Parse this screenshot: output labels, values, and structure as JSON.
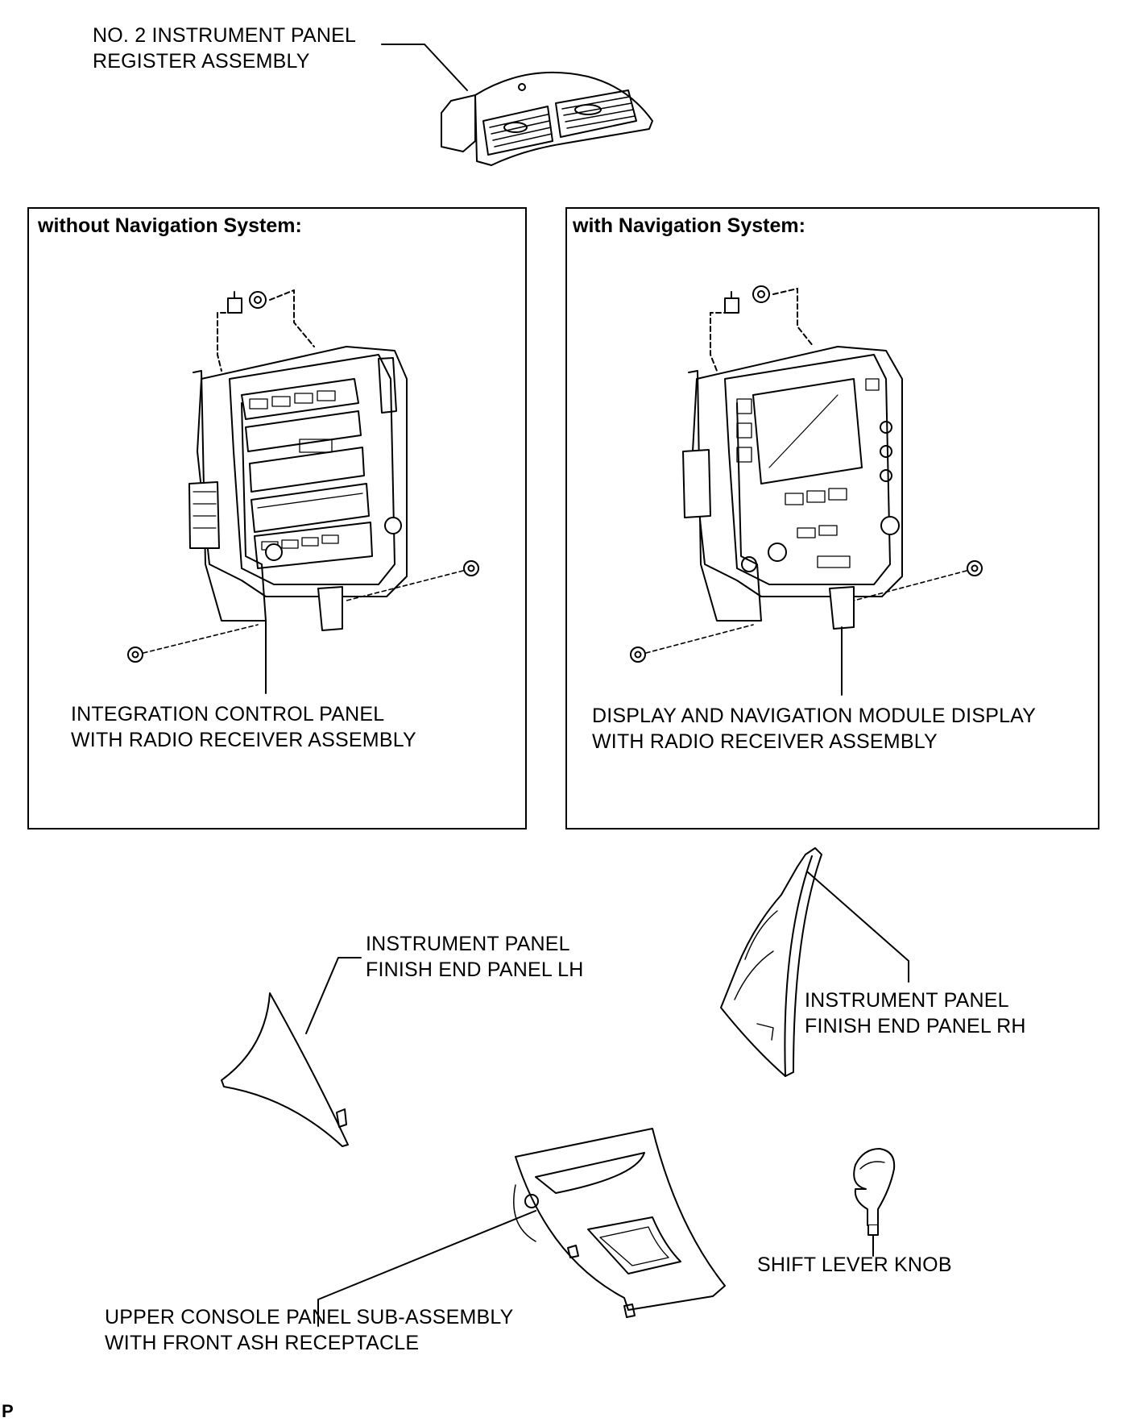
{
  "labels": {
    "register": [
      "NO. 2 INSTRUMENT PANEL",
      "REGISTER ASSEMBLY"
    ],
    "integration": [
      "INTEGRATION CONTROL PANEL",
      "WITH RADIO RECEIVER ASSEMBLY"
    ],
    "display": [
      "DISPLAY AND NAVIGATION MODULE DISPLAY",
      "WITH RADIO RECEIVER ASSEMBLY"
    ],
    "finish_lh": [
      "INSTRUMENT PANEL",
      "FINISH END PANEL LH"
    ],
    "finish_rh": [
      "INSTRUMENT PANEL",
      "FINISH END PANEL RH"
    ],
    "console": [
      "UPPER CONSOLE PANEL SUB-ASSEMBLY",
      "WITH FRONT ASH RECEPTACLE"
    ],
    "knob": [
      "SHIFT LEVER KNOB"
    ]
  },
  "boxes": {
    "without_nav": "without Navigation System:",
    "with_nav": "with Navigation System:"
  },
  "corner_mark": "P"
}
